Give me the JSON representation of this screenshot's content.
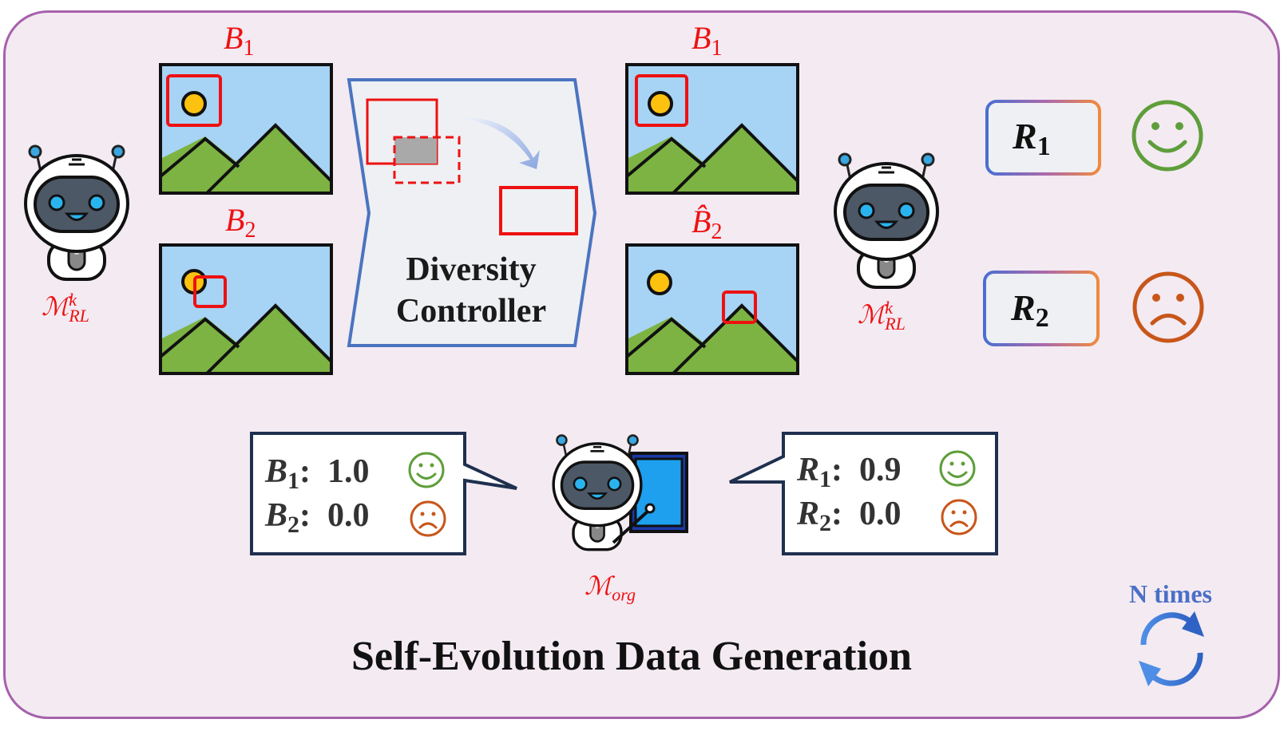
{
  "title": "Self-Evolution Data Generation",
  "loop_label": "N times",
  "input_boxes": [
    {
      "name": "B",
      "sub": "1"
    },
    {
      "name": "B",
      "sub": "2"
    }
  ],
  "output_boxes": [
    {
      "name": "B",
      "sub": "1"
    },
    {
      "name": "B̂",
      "sub": "2"
    }
  ],
  "controller": {
    "line1": "Diversity",
    "line2": "Controller"
  },
  "rewards": [
    {
      "name": "R",
      "sub": "1",
      "mood": "happy"
    },
    {
      "name": "R",
      "sub": "2",
      "mood": "sad"
    }
  ],
  "models": {
    "rl": {
      "base": "ℳ",
      "sup": "k",
      "sub": "RL"
    },
    "org": {
      "base": "ℳ",
      "sub": "org"
    }
  },
  "left_bubble": [
    {
      "name": "B",
      "sub": "1",
      "value": "1.0",
      "mood": "happy"
    },
    {
      "name": "B",
      "sub": "2",
      "value": "0.0",
      "mood": "sad"
    }
  ],
  "right_bubble": [
    {
      "name": "R",
      "sub": "1",
      "value": "0.9",
      "mood": "happy"
    },
    {
      "name": "R",
      "sub": "2",
      "value": "0.0",
      "mood": "sad"
    }
  ],
  "colors": {
    "frame_border": "#a661ac",
    "background": "#f3eaf2",
    "box_red": "#ee1111",
    "sky": "#a7d3f5",
    "mountain": "#7cb342",
    "sun": "#fdc10f",
    "happy": "#5e9e3a",
    "sad": "#c8561a",
    "bubble_border": "#1f2f4f",
    "controller_border": "#4a74c0"
  }
}
